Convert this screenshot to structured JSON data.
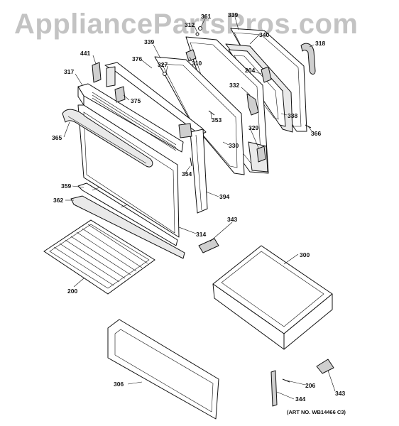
{
  "watermark": "AppliancePartsPros.com",
  "art_number": "(ART NO. WB14466 C3)",
  "callouts": [
    {
      "id": "361",
      "text": "361"
    },
    {
      "id": "312",
      "text": "312"
    },
    {
      "id": "339a",
      "text": "339"
    },
    {
      "id": "340",
      "text": "340"
    },
    {
      "id": "318",
      "text": "318"
    },
    {
      "id": "441",
      "text": "441"
    },
    {
      "id": "339b",
      "text": "339"
    },
    {
      "id": "376",
      "text": "376"
    },
    {
      "id": "327",
      "text": "327"
    },
    {
      "id": "310",
      "text": "310"
    },
    {
      "id": "204",
      "text": "204"
    },
    {
      "id": "317",
      "text": "317"
    },
    {
      "id": "375",
      "text": "375"
    },
    {
      "id": "332",
      "text": "332"
    },
    {
      "id": "353",
      "text": "353"
    },
    {
      "id": "338",
      "text": "338"
    },
    {
      "id": "365",
      "text": "365"
    },
    {
      "id": "329",
      "text": "329"
    },
    {
      "id": "366",
      "text": "366"
    },
    {
      "id": "330",
      "text": "330"
    },
    {
      "id": "354",
      "text": "354"
    },
    {
      "id": "394",
      "text": "394"
    },
    {
      "id": "359",
      "text": "359"
    },
    {
      "id": "362",
      "text": "362"
    },
    {
      "id": "343a",
      "text": "343"
    },
    {
      "id": "314",
      "text": "314"
    },
    {
      "id": "300",
      "text": "300"
    },
    {
      "id": "200",
      "text": "200"
    },
    {
      "id": "306",
      "text": "306"
    },
    {
      "id": "206",
      "text": "206"
    },
    {
      "id": "343b",
      "text": "343"
    },
    {
      "id": "344",
      "text": "344"
    }
  ]
}
